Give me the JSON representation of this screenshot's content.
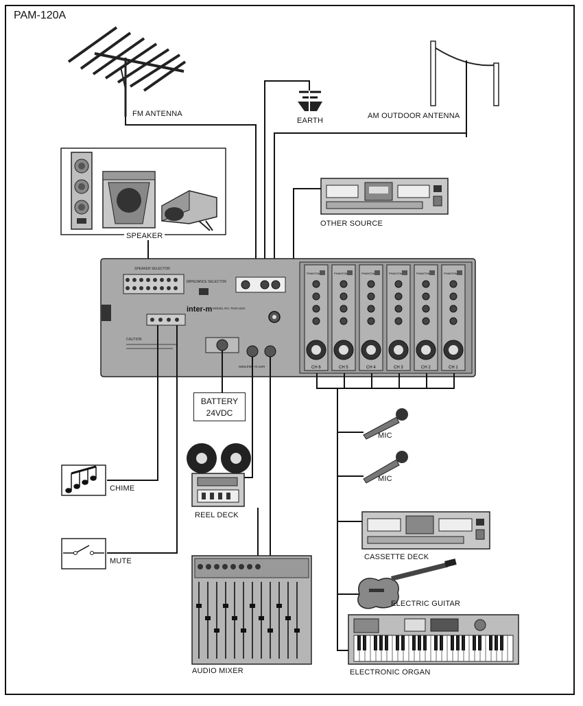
{
  "title": "PAM-120A",
  "labels": {
    "fm_antenna": "FM ANTENNA",
    "earth": "EARTH",
    "am_antenna": "AM OUTDOOR ANTENNA",
    "other_source": "OTHER SOURCE",
    "speaker": "SPEAKER",
    "battery_line1": "BATTERY",
    "battery_line2": "24VDC",
    "chime": "CHIME",
    "mute": "MUTE",
    "reel_deck": "REEL DECK",
    "audio_mixer": "AUDIO MIXER",
    "mic_1": "MIC",
    "mic_2": "MIC",
    "cassette_deck": "CASSETTE DECK",
    "electric_guitar": "ELECTRIC GUITAR",
    "electronic_organ": "ELECTRONIC ORGAN"
  },
  "amp_panel": {
    "brand": "inter-m",
    "model_text": "MODEL NO. PAM-120A",
    "speaker_selector": "SPEAKER SELECTOR",
    "impedance_selector": "IMPEDANCE SELECTOR",
    "caution": "CAUTION",
    "website": "www.inter-m.com",
    "channels": [
      "CH 6",
      "CH 5",
      "CH 4",
      "CH 3",
      "CH 2",
      "CH 1"
    ],
    "phantom": "PHANTOM"
  }
}
